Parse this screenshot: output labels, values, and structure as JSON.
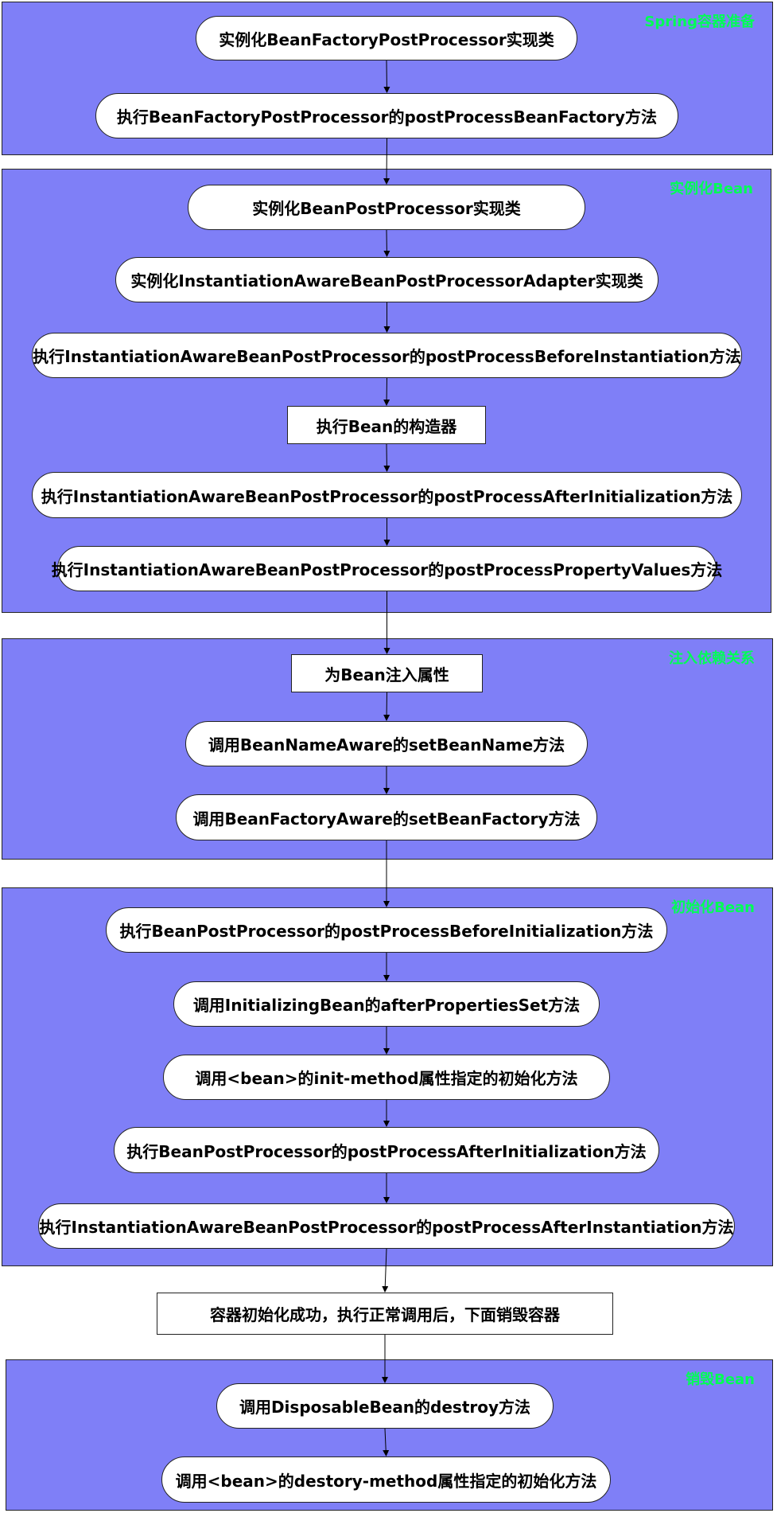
{
  "sections": [
    {
      "label": "Spring容器准备"
    },
    {
      "label": "实例化Bean"
    },
    {
      "label": "注入依赖关系"
    },
    {
      "label": "初始化Bean"
    },
    {
      "label": "销毁Bean"
    }
  ],
  "nodes": [
    {
      "text": "实例化BeanFactoryPostProcessor实现类",
      "shape": "pill"
    },
    {
      "text": "执行BeanFactoryPostProcessor的postProcessBeanFactory方法",
      "shape": "pill"
    },
    {
      "text": "实例化BeanPostProcessor实现类",
      "shape": "pill"
    },
    {
      "text": "实例化InstantiationAwareBeanPostProcessorAdapter实现类",
      "shape": "pill"
    },
    {
      "text": "执行InstantiationAwareBeanPostProcessor的postProcessBeforeInstantiation方法",
      "shape": "pill"
    },
    {
      "text": "执行Bean的构造器",
      "shape": "rect"
    },
    {
      "text": "执行InstantiationAwareBeanPostProcessor的postProcessAfterInitialization方法",
      "shape": "pill"
    },
    {
      "text": "执行InstantiationAwareBeanPostProcessor的postProcessPropertyValues方法",
      "shape": "pill"
    },
    {
      "text": "为Bean注入属性",
      "shape": "rect"
    },
    {
      "text": "调用BeanNameAware的setBeanName方法",
      "shape": "pill"
    },
    {
      "text": "调用BeanFactoryAware的setBeanFactory方法",
      "shape": "pill"
    },
    {
      "text": "执行BeanPostProcessor的postProcessBeforeInitialization方法",
      "shape": "pill"
    },
    {
      "text": "调用InitializingBean的afterPropertiesSet方法",
      "shape": "pill"
    },
    {
      "text": "调用<bean>的init-method属性指定的初始化方法",
      "shape": "pill"
    },
    {
      "text": "执行BeanPostProcessor的postProcessAfterInitialization方法",
      "shape": "pill"
    },
    {
      "text": "执行InstantiationAwareBeanPostProcessor的postProcessAfterInstantiation方法",
      "shape": "pill"
    },
    {
      "text": "容器初始化成功，执行正常调用后，下面销毁容器",
      "shape": "rect"
    },
    {
      "text": "调用DisposableBean的destroy方法",
      "shape": "pill"
    },
    {
      "text": "调用<bean>的destory-method属性指定的初始化方法",
      "shape": "pill"
    }
  ]
}
